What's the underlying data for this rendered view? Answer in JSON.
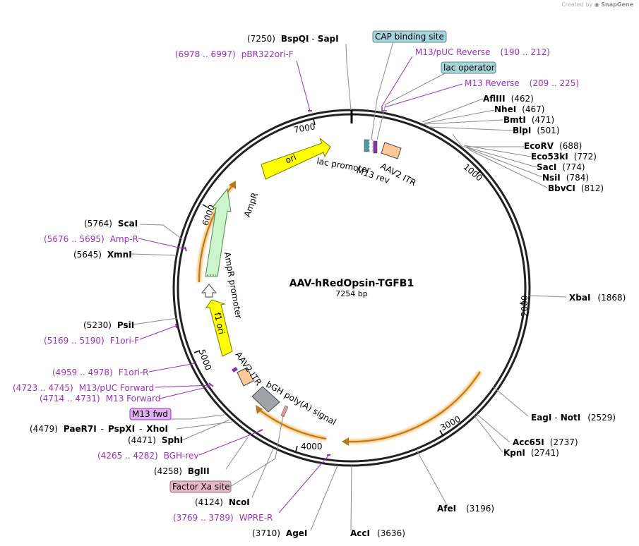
{
  "credit": {
    "prefix": "Created by",
    "brand": "SnapGene"
  },
  "plasmid": {
    "name": "AAV-hRedOpsin-TGFB1",
    "length_label": "7254 bp",
    "length": 7254
  },
  "ticks": [
    "1000",
    "2000",
    "3000",
    "4000",
    "5000",
    "6000",
    "7000"
  ],
  "features": [
    {
      "label": "ori",
      "color": "#ffff00"
    },
    {
      "label": "AmpR",
      "color": "#ccf5cc"
    },
    {
      "label": "AmpR promoter",
      "color": "#ffffff"
    },
    {
      "label": "f1 ori",
      "color": "#ffff00"
    },
    {
      "label": "AAV2 ITR",
      "color": "#ffc896"
    },
    {
      "label": "bGH poly(A) signal",
      "color": "#a0a4aa"
    },
    {
      "label": "lac promoter",
      "color": "#4a9aa8"
    },
    {
      "label": "M13 rev",
      "color": "#8a2fb0"
    },
    {
      "label": "AAV2 ITR",
      "color": "#ffc896"
    }
  ],
  "boxed_labels": [
    {
      "text": "CAP binding site",
      "fill": "#a8d4dc"
    },
    {
      "text": "lac operator",
      "fill": "#a8d4dc"
    },
    {
      "text": "M13 fwd",
      "fill": "#e0b0f0"
    },
    {
      "text": "Factor Xa site",
      "fill": "#e6b8c8"
    }
  ],
  "enzymes": [
    {
      "pos": "(7250)",
      "name": "BspQI",
      "name2": "SapI",
      "side": "left"
    },
    {
      "pos": "(462)",
      "name": "AflIII",
      "side": "right"
    },
    {
      "pos": "(467)",
      "name": "NheI",
      "side": "right"
    },
    {
      "pos": "(471)",
      "name": "BmtI",
      "side": "right"
    },
    {
      "pos": "(501)",
      "name": "BlpI",
      "side": "right"
    },
    {
      "pos": "(688)",
      "name": "EcoRV",
      "side": "right"
    },
    {
      "pos": "(772)",
      "name": "Eco53kI",
      "side": "right"
    },
    {
      "pos": "(774)",
      "name": "SacI",
      "side": "right"
    },
    {
      "pos": "(784)",
      "name": "NsiI",
      "side": "right"
    },
    {
      "pos": "(812)",
      "name": "BbvCI",
      "side": "right"
    },
    {
      "pos": "(1868)",
      "name": "XbaI",
      "side": "right"
    },
    {
      "pos": "(2529)",
      "name": "EagI",
      "name2": "NotI",
      "side": "right"
    },
    {
      "pos": "(2737)",
      "name": "Acc65I",
      "side": "right"
    },
    {
      "pos": "(2741)",
      "name": "KpnI",
      "side": "right"
    },
    {
      "pos": "(3196)",
      "name": "AfeI",
      "side": "right"
    },
    {
      "pos": "(3636)",
      "name": "AccI",
      "side": "right"
    },
    {
      "pos": "(3710)",
      "name": "AgeI",
      "side": "left"
    },
    {
      "pos": "(4124)",
      "name": "NcoI",
      "side": "left"
    },
    {
      "pos": "(4258)",
      "name": "BglII",
      "side": "left"
    },
    {
      "pos": "(4471)",
      "name": "SphI",
      "side": "left"
    },
    {
      "pos": "(4479)",
      "name": "PaeR7I",
      "name2": "PspXI",
      "name3": "XhoI",
      "side": "left"
    },
    {
      "pos": "(5230)",
      "name": "PsiI",
      "side": "left"
    },
    {
      "pos": "(5645)",
      "name": "XmnI",
      "side": "left"
    },
    {
      "pos": "(5764)",
      "name": "ScaI",
      "side": "left"
    }
  ],
  "primers": [
    {
      "range": "(6978 .. 6997)",
      "name": "pBR322ori-F",
      "side": "left"
    },
    {
      "range": "(190 .. 212)",
      "name": "M13/pUC Reverse",
      "side": "right"
    },
    {
      "range": "(209 .. 225)",
      "name": "M13 Reverse",
      "side": "right"
    },
    {
      "range": "(5676 .. 5695)",
      "name": "Amp-R",
      "side": "left"
    },
    {
      "range": "(5169 .. 5190)",
      "name": "F1ori-F",
      "side": "left"
    },
    {
      "range": "(4959 .. 4978)",
      "name": "F1ori-R",
      "side": "left"
    },
    {
      "range": "(4723 .. 4745)",
      "name": "M13/pUC Forward",
      "side": "left"
    },
    {
      "range": "(4714 .. 4731)",
      "name": "M13 Forward",
      "side": "left"
    },
    {
      "range": "(4265 .. 4282)",
      "name": "BGH-rev",
      "side": "left"
    },
    {
      "range": "(3769 .. 3789)",
      "name": "WPRE-R",
      "side": "left"
    }
  ]
}
